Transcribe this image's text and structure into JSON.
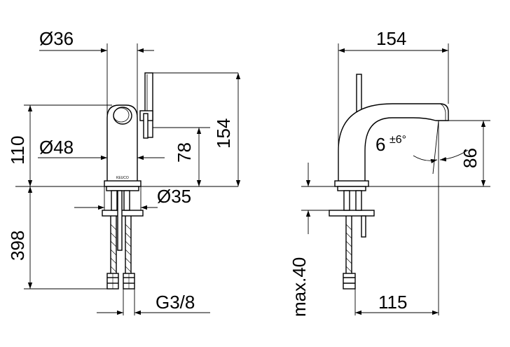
{
  "front_view": {
    "dim_top_diameter": "Ø36",
    "dim_body_diameter": "Ø48",
    "dim_base_diameter": "Ø35",
    "dim_total_height": "154",
    "dim_body_height": "110",
    "dim_spout_height": "78",
    "dim_hose_length": "398",
    "dim_connection": "G3/8",
    "brand_label": "KEUCO"
  },
  "side_view": {
    "dim_depth": "154",
    "dim_angle": "6",
    "dim_angle_tolerance": "±6°",
    "dim_outlet_height": "86",
    "dim_counter_thickness": "max.40",
    "dim_projection": "115"
  }
}
